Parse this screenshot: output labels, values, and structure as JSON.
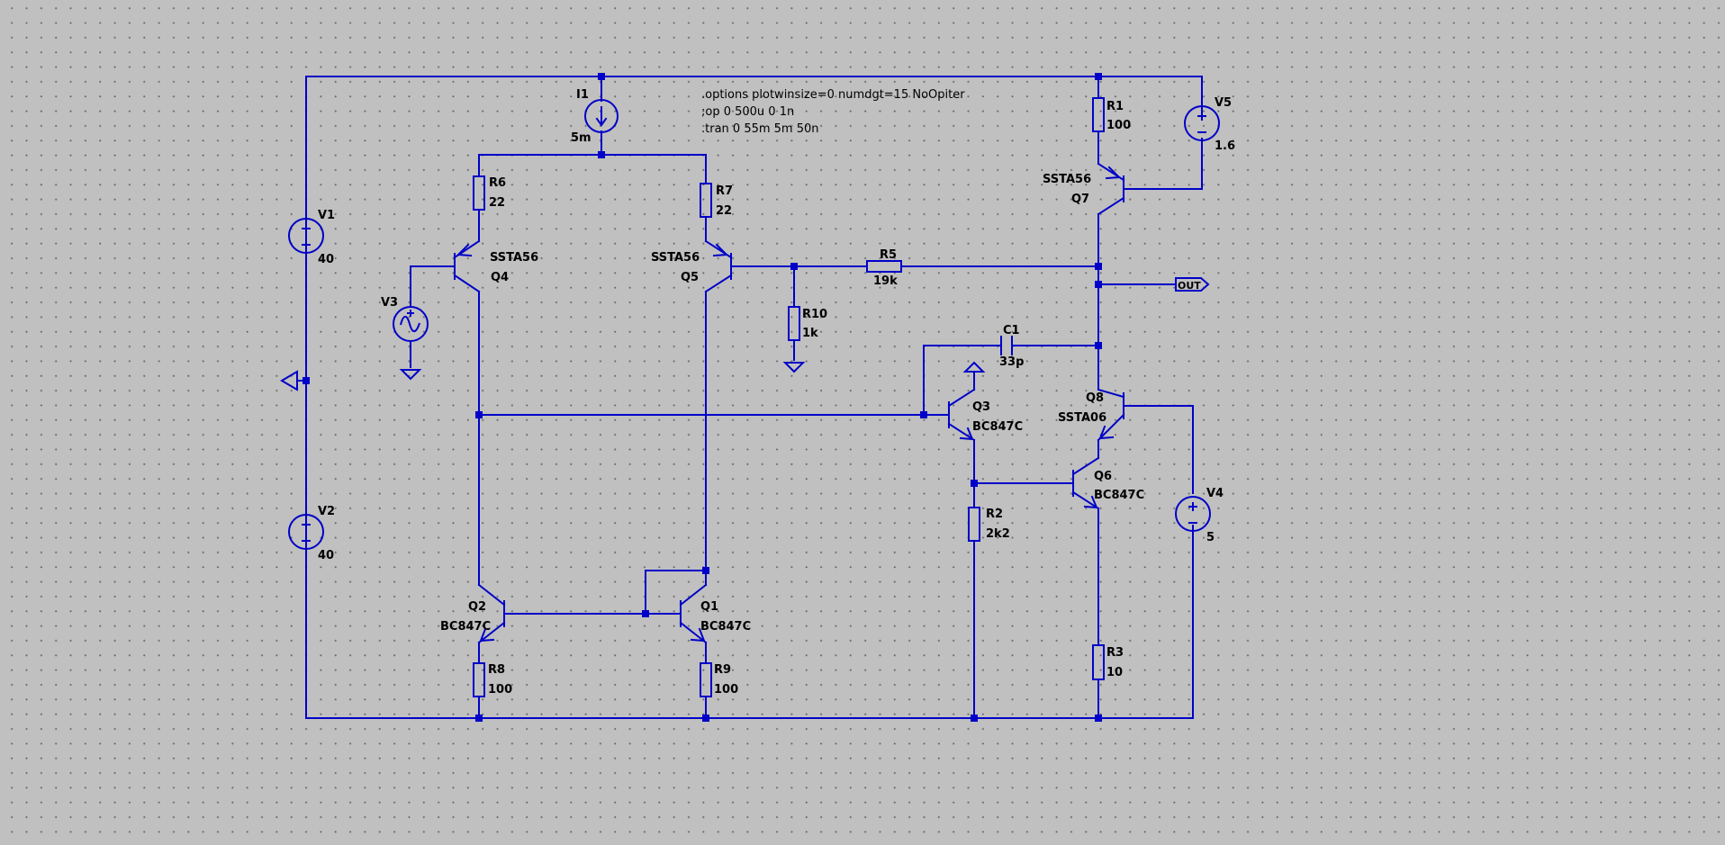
{
  "directives": [
    ".options plotwinsize=0 numdgt=15 NoOpiter",
    ";op 0 500u 0 1n",
    ".tran 0 55m 5m 50n"
  ],
  "net_label": "OUT",
  "components": {
    "I1": {
      "name": "I1",
      "value": "5m"
    },
    "R6": {
      "name": "R6",
      "value": "22"
    },
    "R7": {
      "name": "R7",
      "value": "22"
    },
    "R1": {
      "name": "R1",
      "value": "100"
    },
    "V5": {
      "name": "V5",
      "value": "1.6"
    },
    "V1": {
      "name": "V1",
      "value": "40"
    },
    "V2": {
      "name": "V2",
      "value": "40"
    },
    "V3": {
      "name": "V3"
    },
    "V4": {
      "name": "V4",
      "value": "5"
    },
    "Q4": {
      "name": "Q4",
      "model": "SSTA56"
    },
    "Q5": {
      "name": "Q5",
      "model": "SSTA56"
    },
    "Q7": {
      "name": "Q7",
      "model": "SSTA56"
    },
    "Q8": {
      "name": "Q8",
      "model": "SSTA06"
    },
    "Q3": {
      "name": "Q3",
      "model": "BC847C"
    },
    "Q6": {
      "name": "Q6",
      "model": "BC847C"
    },
    "Q2": {
      "name": "Q2",
      "model": "BC847C"
    },
    "Q1": {
      "name": "Q1",
      "model": "BC847C"
    },
    "R5": {
      "name": "R5",
      "value": "19k"
    },
    "R10": {
      "name": "R10",
      "value": "1k"
    },
    "C1": {
      "name": "C1",
      "value": "33p"
    },
    "R2": {
      "name": "R2",
      "value": "2k2"
    },
    "R3": {
      "name": "R3",
      "value": "10"
    },
    "R8": {
      "name": "R8",
      "value": "100"
    },
    "R9": {
      "name": "R9",
      "value": "100"
    }
  }
}
